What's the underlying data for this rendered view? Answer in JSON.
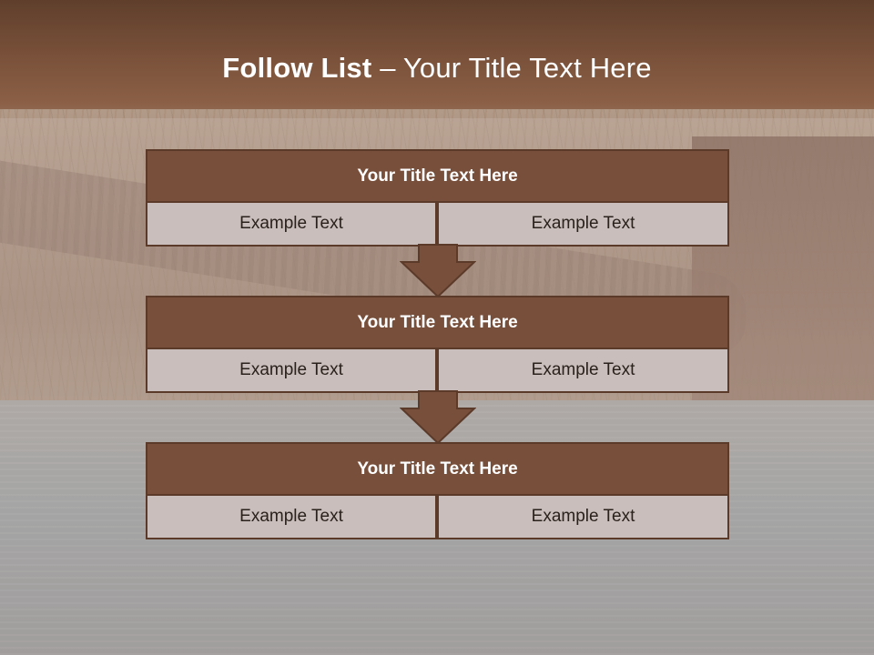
{
  "slide": {
    "title_bold": "Follow List ",
    "title_rest": " – Your Title Text Here"
  },
  "steps": [
    {
      "title": "Your Title Text Here",
      "left": "Example Text",
      "right": "Example Text"
    },
    {
      "title": "Your Title Text Here",
      "left": "Example Text",
      "right": "Example Text"
    },
    {
      "title": "Your Title Text Here",
      "left": "Example Text",
      "right": "Example Text"
    }
  ],
  "colors": {
    "header_fill": "#774f3b",
    "cell_fill": "#c9bebb",
    "border": "#5b3a2a",
    "arrow_fill": "#774f3b"
  },
  "icons": [
    "down-arrow-icon",
    "down-arrow-icon"
  ]
}
